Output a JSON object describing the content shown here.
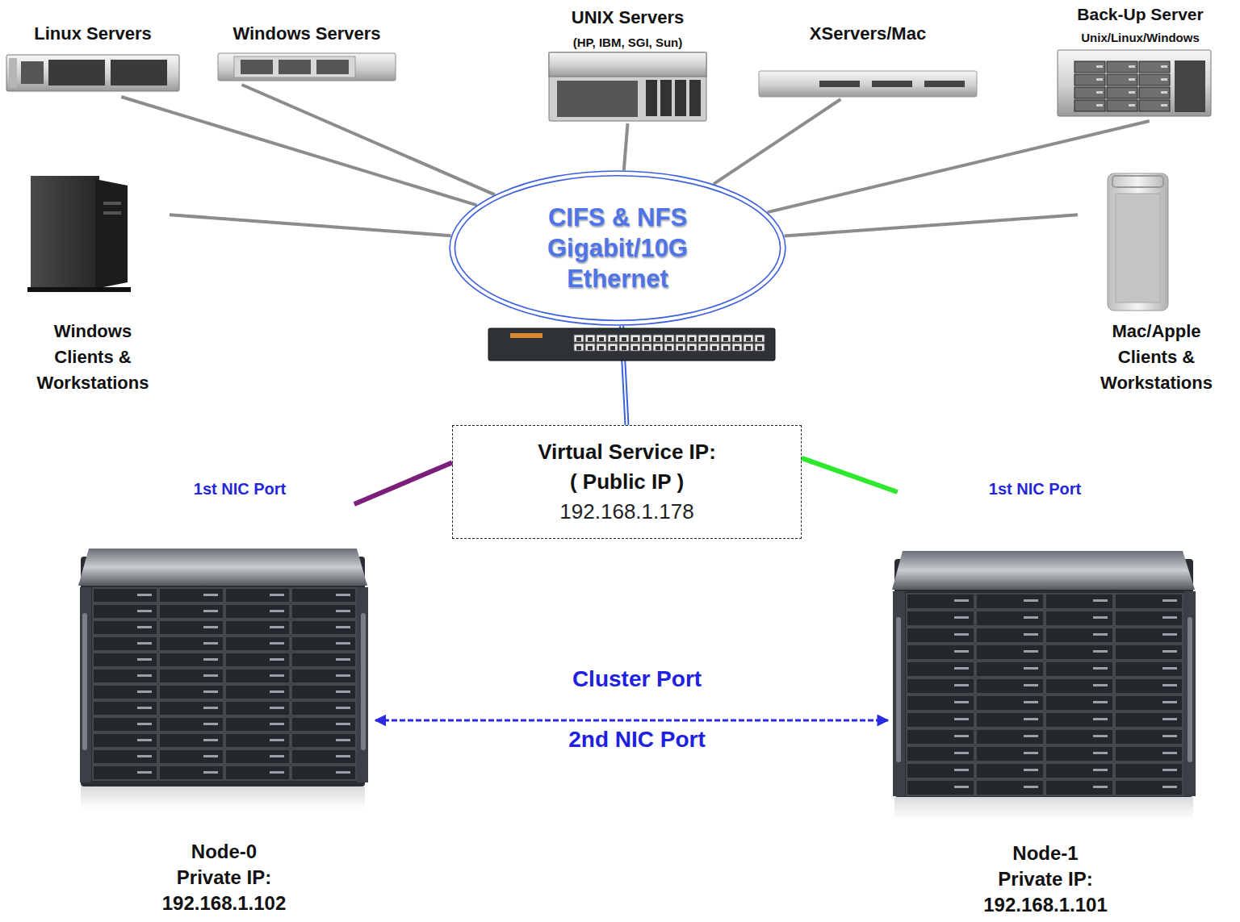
{
  "diagram": {
    "nodes": [
      {
        "text": [
          "Linux Servers"
        ]
      },
      {
        "text": [
          "Windows Servers"
        ]
      },
      {
        "text": [
          "UNIX Servers",
          "(HP, IBM, SGI, Sun)"
        ]
      },
      {
        "text": [
          "XServers/Mac"
        ]
      },
      {
        "text": [
          "Back-Up Server",
          "Unix/Linux/Windows"
        ]
      },
      {
        "text": [
          "Windows Clients & Workstations"
        ]
      },
      {
        "text": [
          "CIFS & NFS Gigabit/10G Ethernet"
        ]
      },
      {
        "text": [
          "Mac/Apple Clients & Workstations"
        ]
      },
      {
        "text": [
          "Virtual Service IP:",
          "( Public IP )",
          "192.168.1.178"
        ]
      },
      {
        "text": [
          "Node-0",
          "Private IP: 192.168.1.102"
        ]
      },
      {
        "text": [
          "Node-1",
          "Private IP: 192.168.1.101"
        ]
      }
    ],
    "edges": [
      {
        "from": 0,
        "to": 6,
        "arrow": "none"
      },
      {
        "from": 1,
        "to": 6,
        "arrow": "none"
      },
      {
        "from": 2,
        "to": 6,
        "arrow": "none"
      },
      {
        "from": 3,
        "to": 6,
        "arrow": "none"
      },
      {
        "from": 4,
        "to": 6,
        "arrow": "none"
      },
      {
        "from": 5,
        "to": 6,
        "arrow": "none"
      },
      {
        "from": 7,
        "to": 6,
        "arrow": "none"
      },
      {
        "from": 6,
        "to": 8,
        "arrow": "none"
      },
      {
        "from": 9,
        "to": 8,
        "arrow": "none",
        "label": "1st NIC Port"
      },
      {
        "from": 10,
        "to": 8,
        "arrow": "none",
        "label": "1st NIC Port"
      },
      {
        "from": 9,
        "to": 10,
        "arrow": "both",
        "label": "Cluster Port"
      }
    ],
    "labels": [
      "2nd NIC Port"
    ]
  }
}
